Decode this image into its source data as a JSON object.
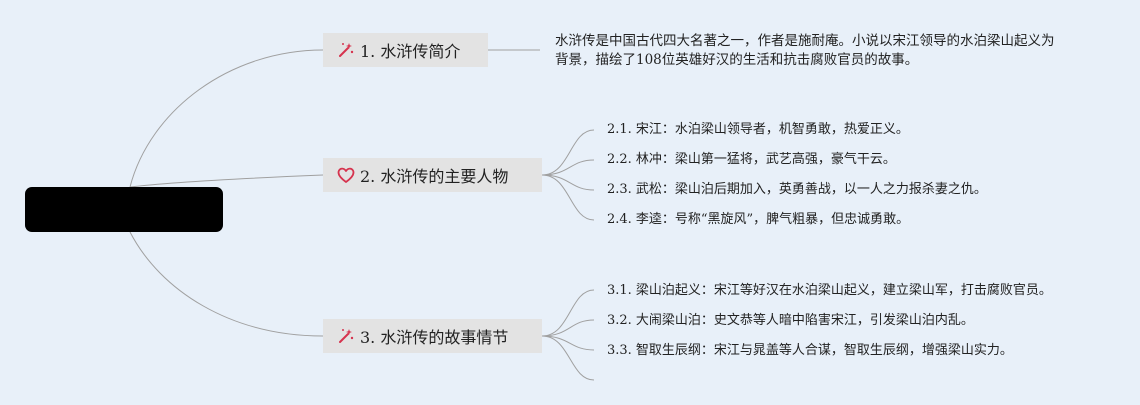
{
  "root": {
    "label": ""
  },
  "branches": [
    {
      "label": "1. 水浒传简介",
      "icon": "sparkle-wand-icon"
    },
    {
      "label": "2. 水浒传的主要人物",
      "icon": "heart-outline-icon"
    },
    {
      "label": "3. 水浒传的故事情节",
      "icon": "sparkle-wand-icon"
    }
  ],
  "intro_text": "水浒传是中国古代四大名著之一，作者是施耐庵。小说以宋江领导的水泊梁山起义为背景，描绘了108位英雄好汉的生活和抗击腐败官员的故事。",
  "characters": [
    {
      "num": "2.1.",
      "text": "宋江：水泊梁山领导者，机智勇敢，热爱正义。"
    },
    {
      "num": "2.2.",
      "text": "林冲：梁山第一猛将，武艺高强，豪气干云。"
    },
    {
      "num": "2.3.",
      "text": "武松：梁山泊后期加入，英勇善战，以一人之力报杀妻之仇。"
    },
    {
      "num": "2.4.",
      "text": "李逵：号称“黑旋风”，脾气粗暴，但忠诚勇敢。"
    }
  ],
  "plots": [
    {
      "num": "3.1.",
      "text": "梁山泊起义：宋江等好汉在水泊梁山起义，建立梁山军，打击腐败官员。"
    },
    {
      "num": "3.2.",
      "text": "大闹梁山泊：史文恭等人暗中陷害宋江，引发梁山泊内乱。"
    },
    {
      "num": "3.3.",
      "text": "智取生辰纲：宋江与晁盖等人合谋，智取生辰纲，增强梁山实力。"
    }
  ],
  "colors": {
    "background": "#e8f0f9",
    "branch_fill": "#e3e3e3",
    "connector": "#9a9a9a",
    "icon_accent": "#d6334e"
  }
}
